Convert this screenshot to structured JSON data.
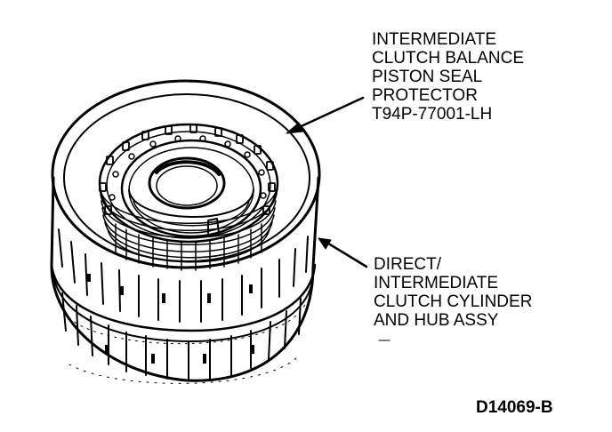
{
  "labels": {
    "seal_protector": {
      "lines": [
        "INTERMEDIATE",
        "CLUTCH BALANCE",
        "PISTON SEAL",
        "PROTECTOR",
        "T94P-77001-LH"
      ]
    },
    "cylinder_assembly": {
      "lines": [
        "DIRECT/",
        "INTERMEDIATE",
        "CLUTCH CYLINDER",
        "AND HUB ASSY"
      ]
    }
  },
  "figure_id": "D14069-B",
  "colors": {
    "ink": "#000000",
    "paper": "#ffffff"
  }
}
